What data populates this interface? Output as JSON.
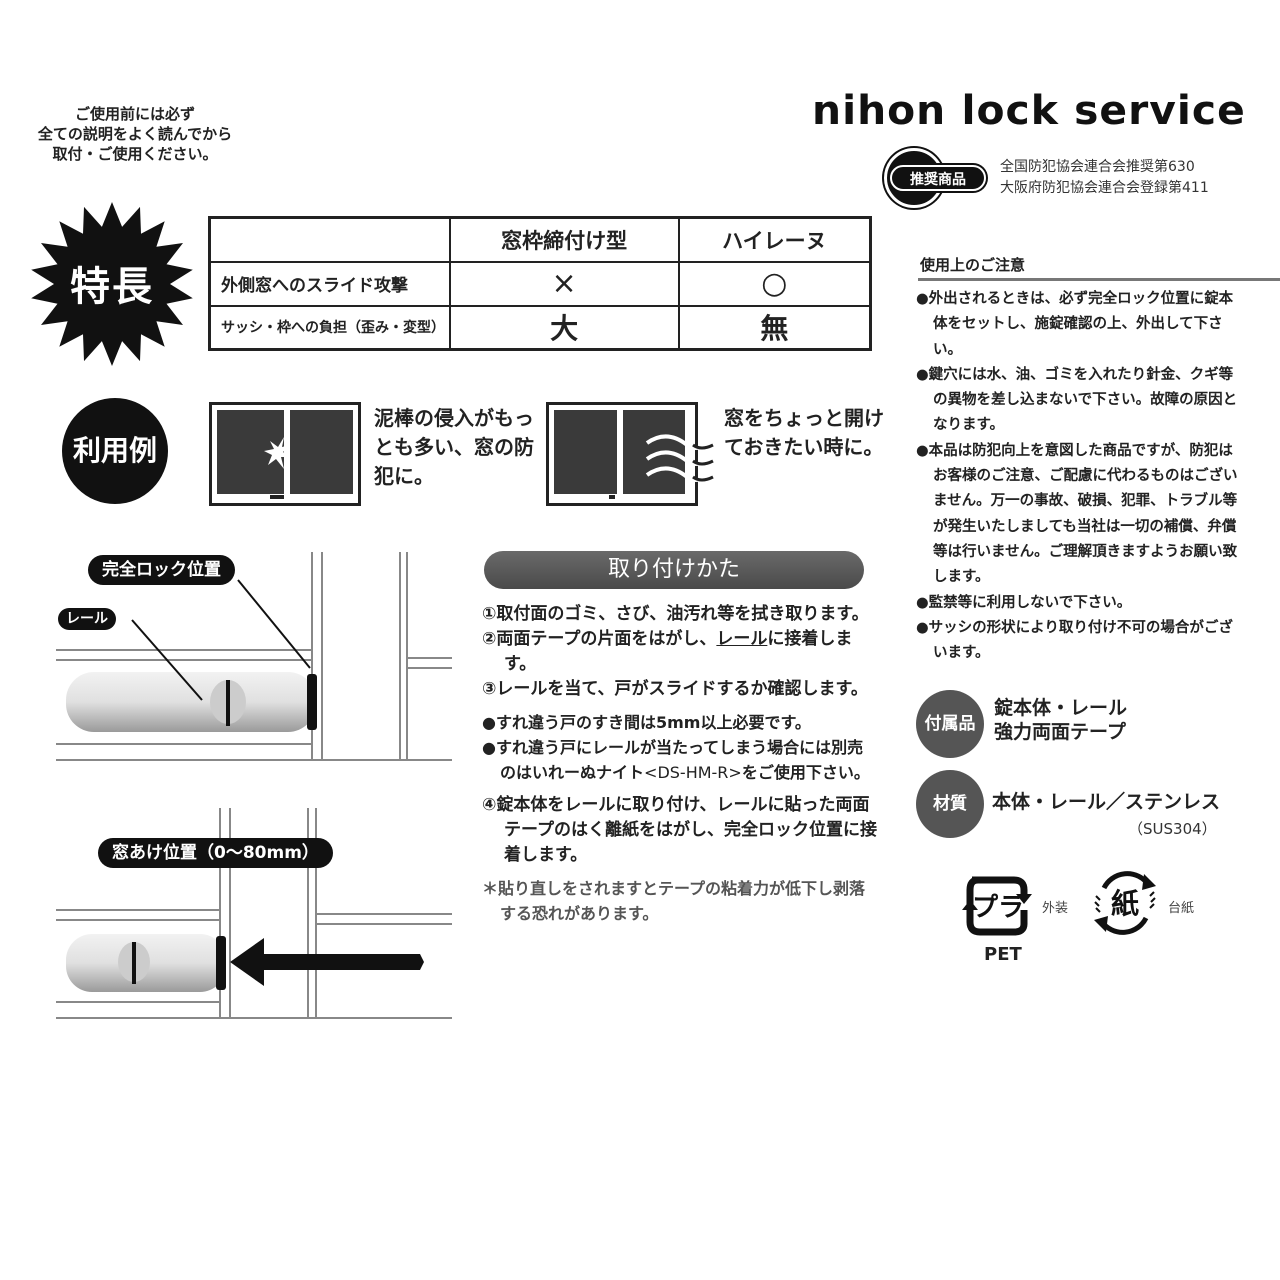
{
  "notice": {
    "lines": [
      "ご使用前には必ず",
      "全ての説明をよく読んでから",
      "取付・ご使用ください。"
    ]
  },
  "brand": {
    "name": "nihon lock service",
    "recommended_badge": "推奨商品",
    "certifications": [
      "全国防犯協会連合会推奨第630",
      "大阪府防犯協会連合会登録第411"
    ]
  },
  "features": {
    "badge": "特長",
    "table": {
      "columns": [
        "",
        "窓枠締付け型",
        "ハイレーヌ"
      ],
      "rows": [
        {
          "label": "外側窓へのスライド攻撃",
          "values": [
            "×",
            "○"
          ]
        },
        {
          "label": "サッシ・枠への負担（歪み・変型）",
          "values": [
            "大",
            "無"
          ]
        }
      ]
    }
  },
  "usage": {
    "badge": "利用例",
    "examples": [
      {
        "icon": "window-break-in-icon",
        "text": "泥棒の侵入がもっとも多い、窓の防犯に。"
      },
      {
        "icon": "window-ventilation-icon",
        "text": "窓をちょっと開けておきたい時に。"
      }
    ]
  },
  "illustrations": {
    "full_lock_label": "完全ロック位置",
    "rail_label": "レール",
    "open_position_label": "窓あけ位置（0〜80mm）"
  },
  "installation": {
    "title": "取り付けかた",
    "step1": "①取付面のゴミ、さび、油汚れ等を拭き取ります。",
    "step2_pre": "②両面テープの片面をはがし、",
    "step2_underlined": "レール",
    "step2_post": "に接着します。",
    "step3": "③レールを当て、戸がスライドするか確認します。",
    "note1": "●すれ違う戸のすき間は5mm以上必要です。",
    "note2_pre": "●すれ違う戸にレールが当たってしまう場合には別売の",
    "note2_product": "はいれーぬナイト",
    "note2_model": "<DS-HM-R>",
    "note2_post": "をご使用下さい。",
    "step4": "④錠本体をレールに取り付け、レールに貼った両面テープのはく離紙をはがし、完全ロック位置に接着します。",
    "caution": "＊貼り直しをされますとテープの粘着力が低下し剥落する恐れがあります。"
  },
  "cautions": {
    "title": "使用上のご注意",
    "items": [
      "●外出されるときは、必ず完全ロック位置に錠本体をセットし、施錠確認の上、外出して下さい。",
      "●鍵穴には水、油、ゴミを入れたり針金、クギ等の異物を差し込まないで下さい。故障の原因となります。",
      "●本品は防犯向上を意図した商品ですが、防犯はお客様のご注意、ご配慮に代わるものはございません。万一の事故、破損、犯罪、トラブル等が発生いたしましても当社は一切の補償、弁償等は行いません。ご理解頂きますようお願い致します。",
      "●監禁等に利用しないで下さい。",
      "●サッシの形状により取り付け不可の場合がございます。"
    ]
  },
  "accessories": {
    "badge": "付属品",
    "lines": [
      "錠本体・レール",
      "強力両面テープ"
    ]
  },
  "material": {
    "badge": "材質",
    "text": "本体・レール／ステンレス",
    "sub": "（SUS304）"
  },
  "recycling": {
    "plastic_mark": "プラ",
    "plastic_type": "PET",
    "plastic_part": "外装",
    "paper_mark": "紙",
    "paper_part": "台紙"
  }
}
